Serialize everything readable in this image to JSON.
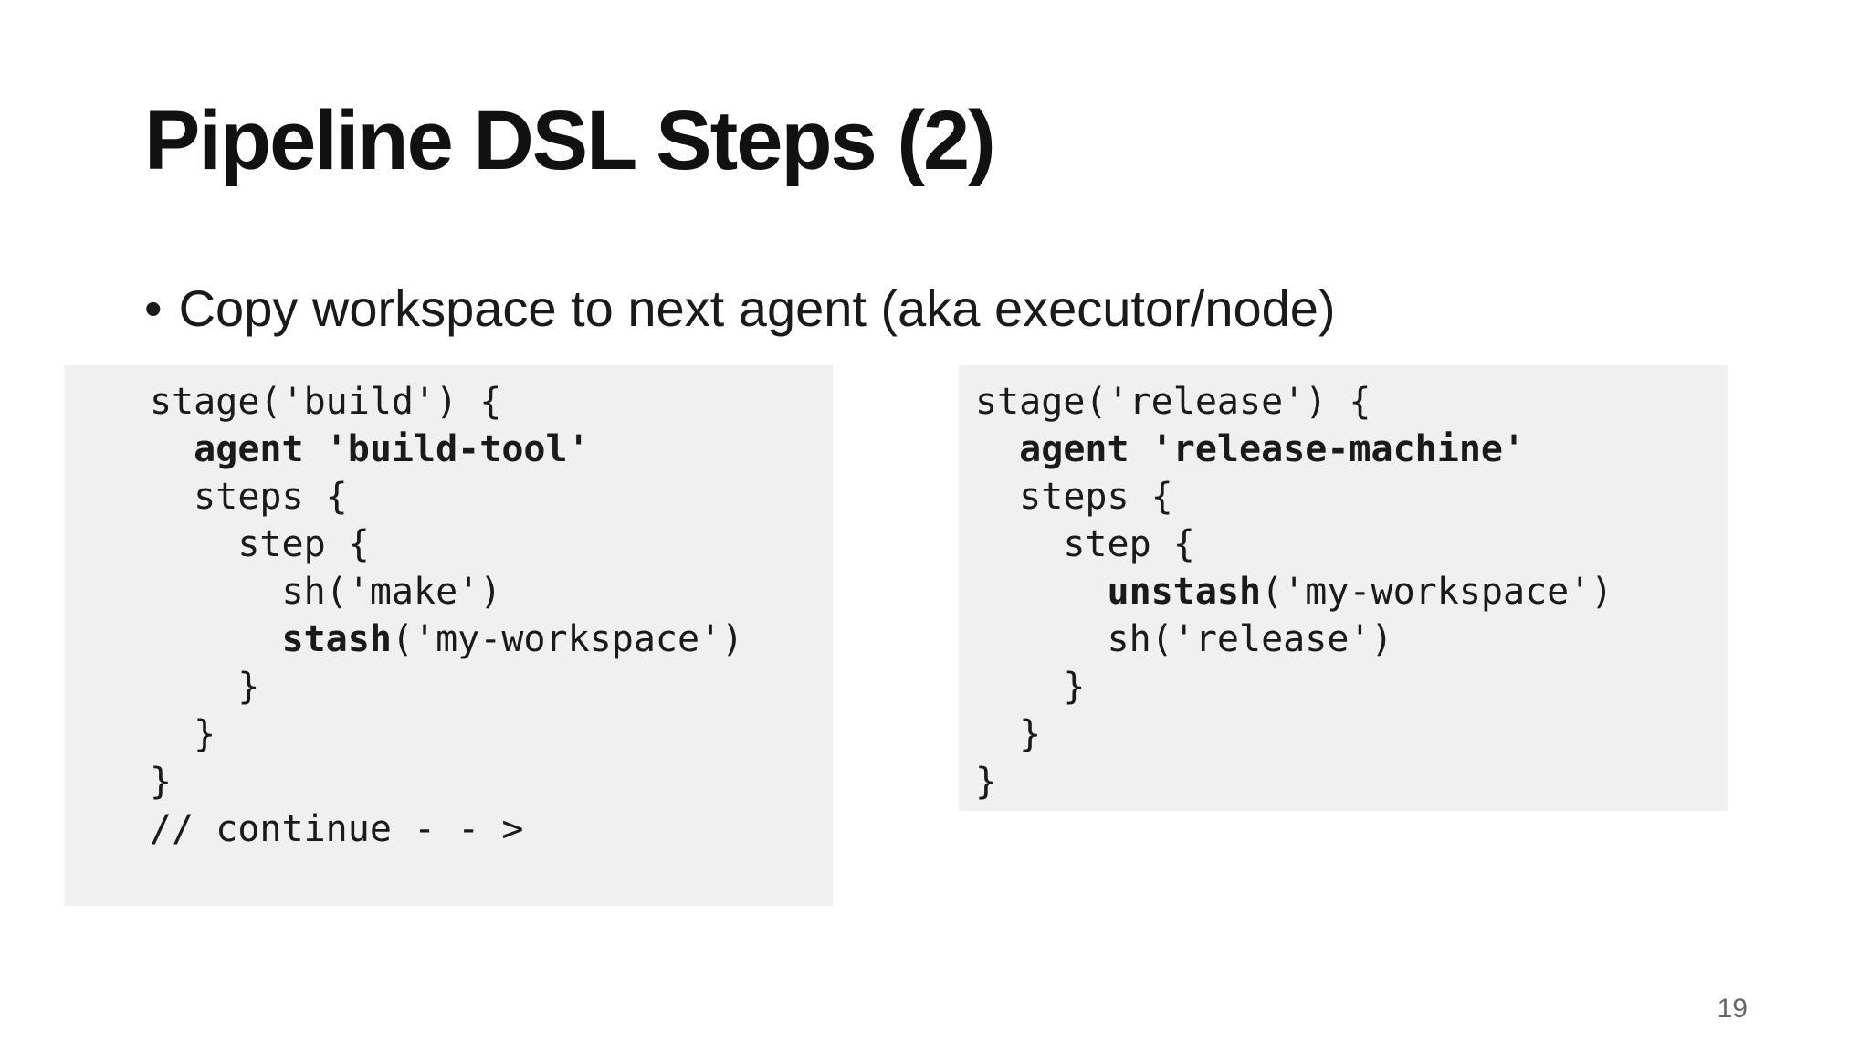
{
  "slide": {
    "title": "Pipeline DSL Steps (2)",
    "bullet_marker": "•",
    "bullet_text": "Copy workspace to next agent (aka executor/node)",
    "page_number": "19"
  },
  "code_left": {
    "lines": [
      [
        {
          "t": "stage('build') {",
          "b": false
        }
      ],
      [
        {
          "t": "  ",
          "b": false
        },
        {
          "t": "agent 'build-tool'",
          "b": true
        }
      ],
      [
        {
          "t": "  steps {",
          "b": false
        }
      ],
      [
        {
          "t": "    step {",
          "b": false
        }
      ],
      [
        {
          "t": "      sh('make')",
          "b": false
        }
      ],
      [
        {
          "t": "      ",
          "b": false
        },
        {
          "t": "stash",
          "b": true
        },
        {
          "t": "('my-workspace')",
          "b": false
        }
      ],
      [
        {
          "t": "    }",
          "b": false
        }
      ],
      [
        {
          "t": "  }",
          "b": false
        }
      ],
      [
        {
          "t": "}",
          "b": false
        }
      ],
      [
        {
          "t": "// continue - - >",
          "b": false
        }
      ]
    ]
  },
  "code_right": {
    "lines": [
      [
        {
          "t": "stage('release') {",
          "b": false
        }
      ],
      [
        {
          "t": "  ",
          "b": false
        },
        {
          "t": "agent 'release-machine'",
          "b": true
        }
      ],
      [
        {
          "t": "  steps {",
          "b": false
        }
      ],
      [
        {
          "t": "    step {",
          "b": false
        }
      ],
      [
        {
          "t": "      ",
          "b": false
        },
        {
          "t": "unstash",
          "b": true
        },
        {
          "t": "('my-workspace')",
          "b": false
        }
      ],
      [
        {
          "t": "      sh('release')",
          "b": false
        }
      ],
      [
        {
          "t": "    }",
          "b": false
        }
      ],
      [
        {
          "t": "  }",
          "b": false
        }
      ],
      [
        {
          "t": "}",
          "b": false
        }
      ]
    ]
  },
  "colors": {
    "code_background": "#f0f0f0",
    "text": "#111111",
    "page_number": "#666666"
  }
}
